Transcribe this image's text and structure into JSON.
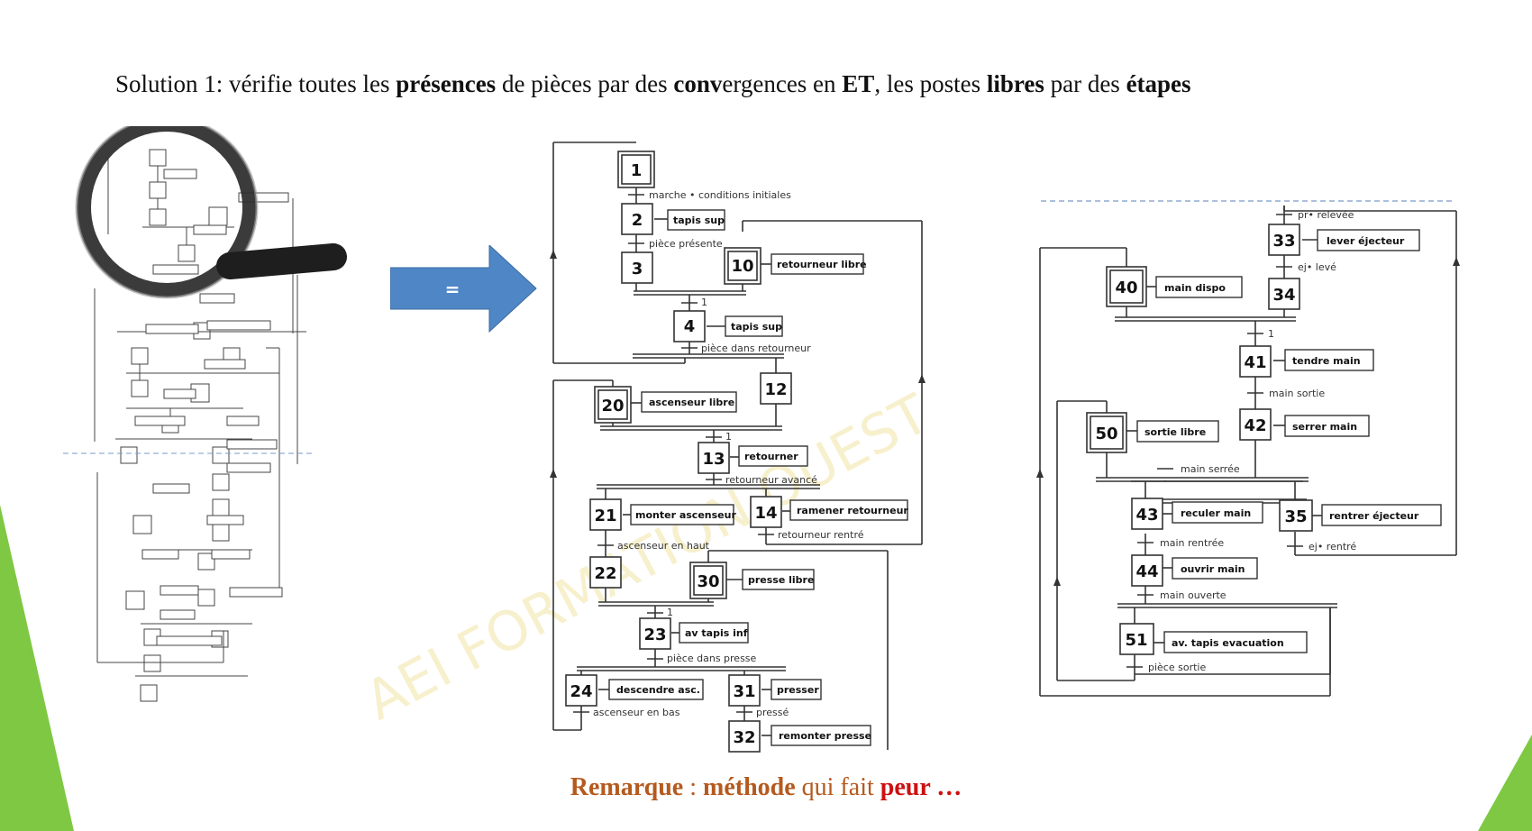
{
  "title": {
    "part1": "Solution 1: vérifie toutes les ",
    "b1": "présences",
    "part2": " de pièces par des ",
    "b2": "conv",
    "part3": "ergences en ",
    "b3": "ET",
    "part4": ", les postes ",
    "b4": "libres",
    "part5": " par des ",
    "b5": "étapes"
  },
  "equals_label": "=",
  "watermark": "AEI FORMATION OUEST",
  "remark": {
    "w1": "Remarque",
    "w2": " : ",
    "w3": "méthode",
    "w4": " qui fait ",
    "w5": "peur …"
  },
  "grafcet": {
    "s1": "1",
    "s2": "2",
    "s3": "3",
    "s4": "4",
    "s10": "10",
    "s12": "12",
    "s13": "13",
    "s14": "14",
    "s20": "20",
    "s21": "21",
    "s22": "22",
    "s23": "23",
    "s24": "24",
    "s30": "30",
    "s31": "31",
    "s32": "32",
    "s33": "33",
    "s34": "34",
    "s35": "35",
    "s40": "40",
    "s41": "41",
    "s42": "42",
    "s43": "43",
    "s44": "44",
    "s50": "50",
    "s51": "51",
    "a2": "tapis sup",
    "a10": "retourneur libre",
    "a4": "tapis sup",
    "a20": "ascenseur libre",
    "a13": "retourner",
    "a21": "monter ascenseur",
    "a14": "ramener retourneur",
    "a30": "presse libre",
    "a23": "av tapis inf",
    "a24": "descendre asc.",
    "a31": "presser",
    "a32": "remonter presse",
    "a33": "lever éjecteur",
    "a40": "main dispo",
    "a41": "tendre main",
    "a50": "sortie libre",
    "a42": "serrer main",
    "a43": "reculer main",
    "a35": "rentrer éjecteur",
    "a44": "ouvrir main",
    "a51": "av. tapis evacuation",
    "t1": "marche • conditions initiales",
    "t2": "pièce présente",
    "t3": "1",
    "t4": "pièce dans retourneur",
    "t5": "1",
    "t6": "retourneur avancé",
    "t7": "ascenseur en haut",
    "t8": "retourneur rentré",
    "t9": "1",
    "t10": "pièce dans presse",
    "t11": "ascenseur en bas",
    "t12": "pressé",
    "t13": "pr• relevée",
    "t14": "ej• levé",
    "t15": "1",
    "t16": "main sortie",
    "t17": "main serrée",
    "t18": "main rentrée",
    "t19": "ej• rentré",
    "t20": "main ouverte",
    "t21": "pièce sortie"
  }
}
